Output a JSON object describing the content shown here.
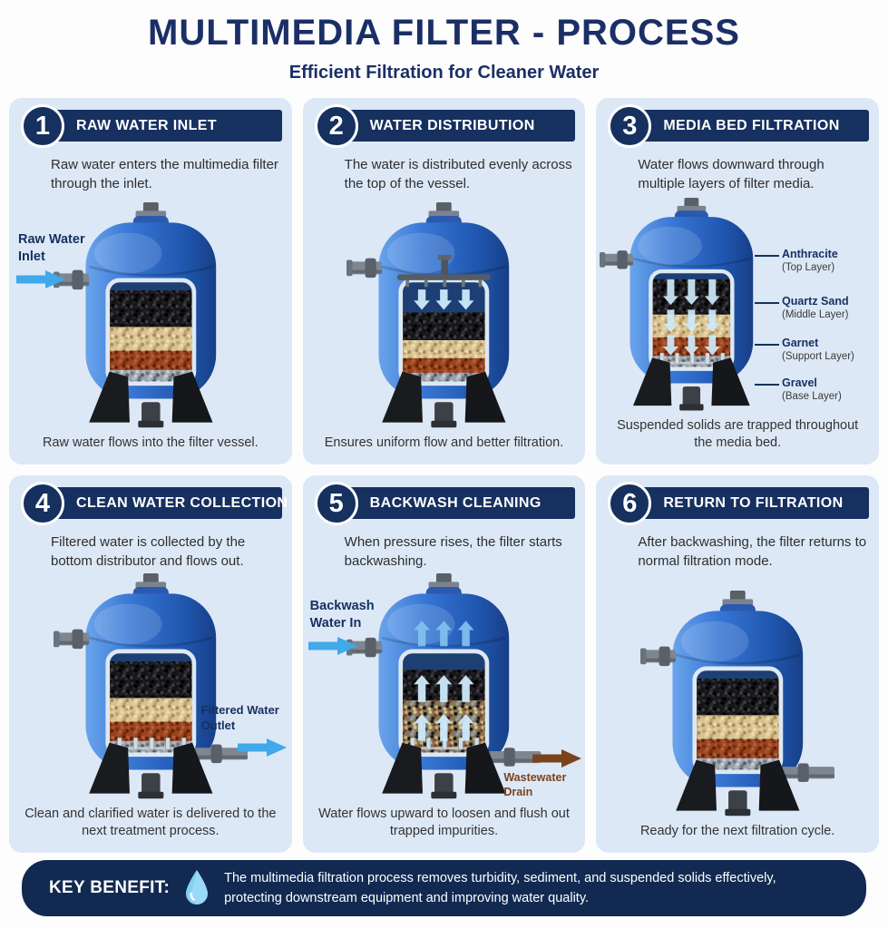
{
  "header": {
    "title": "MULTIMEDIA FILTER - PROCESS",
    "subtitle": "Efficient Filtration for Cleaner Water"
  },
  "colors": {
    "navy": "#16305f",
    "panel_bg": "#dde8f6",
    "arrow_blue": "#3fa9ea",
    "drain_brown": "#7a431d",
    "tank_blue": "#2f6fd0"
  },
  "steps": [
    {
      "number": "1",
      "title": "RAW WATER INLET",
      "description": "Raw water enters the multimedia filter through the inlet.",
      "flow_label": "Raw Water Inlet",
      "caption": "Raw water flows into the filter vessel."
    },
    {
      "number": "2",
      "title": "WATER DISTRIBUTION",
      "description": "The water is distributed evenly across the top of the vessel.",
      "caption": "Ensures uniform flow and better filtration."
    },
    {
      "number": "3",
      "title": "MEDIA BED FILTRATION",
      "description": "Water flows downward through multiple layers of filter media.",
      "layers": [
        {
          "name": "Anthracite",
          "sub": "(Top Layer)"
        },
        {
          "name": "Quartz Sand",
          "sub": "(Middle Layer)"
        },
        {
          "name": "Garnet",
          "sub": "(Support Layer)"
        },
        {
          "name": "Gravel",
          "sub": "(Base Layer)"
        }
      ],
      "caption": "Suspended solids are trapped throughout the media bed."
    },
    {
      "number": "4",
      "title": "CLEAN WATER COLLECTION",
      "description": "Filtered water is collected by the bottom distributor and flows out.",
      "flow_label": "Filtered Water Outlet",
      "caption": "Clean and clarified water is delivered to the next treatment process."
    },
    {
      "number": "5",
      "title": "BACKWASH CLEANING",
      "description": "When pressure rises, the filter starts backwashing.",
      "flow_label_in": "Backwash Water In",
      "flow_label_out": "Wastewater Drain",
      "caption": "Water flows upward to loosen and flush out trapped impurities."
    },
    {
      "number": "6",
      "title": "RETURN TO FILTRATION",
      "description": "After backwashing, the filter returns to normal filtration mode.",
      "caption": "Ready for the next filtration cycle."
    }
  ],
  "key_benefit": {
    "label": "KEY BENEFIT:",
    "icon": "water-drop-icon",
    "text": "The multimedia filtration process removes turbidity, sediment, and suspended solids effectively, protecting downstream equipment and improving water quality."
  }
}
